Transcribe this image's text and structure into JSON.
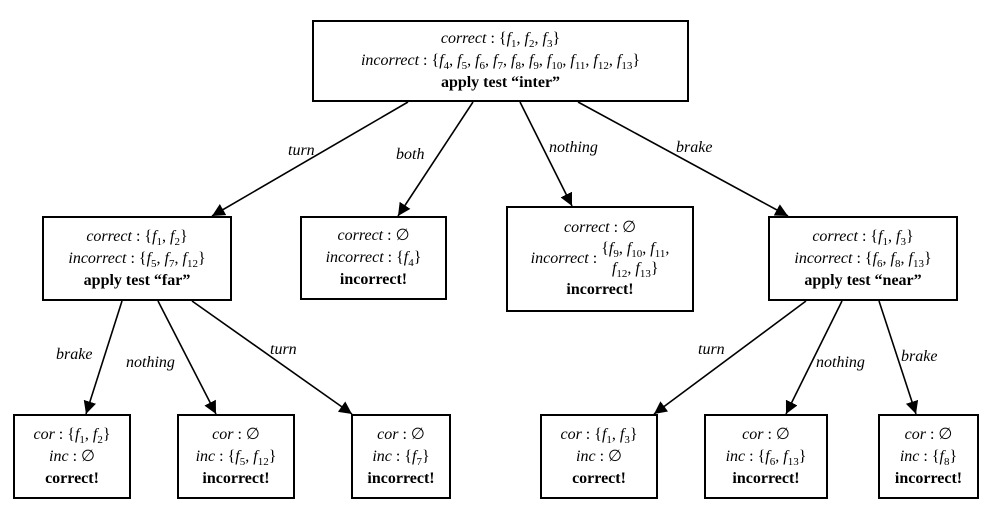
{
  "nodes": {
    "root": {
      "correct_label": "correct",
      "correct_set": "{f1, f2, f3}",
      "incorrect_label": "incorrect",
      "incorrect_set": "{f4, f5, f6, f7, f8, f9, f10, f11, f12, f13}",
      "action": "apply test “inter”"
    },
    "far": {
      "correct_label": "correct",
      "correct_set": "{f1, f2}",
      "incorrect_label": "incorrect",
      "incorrect_set": "{f5, f7, f12}",
      "action": "apply test “far”"
    },
    "both_leaf": {
      "correct_label": "correct",
      "correct_set": "∅",
      "incorrect_label": "incorrect",
      "incorrect_set": "{f4}",
      "result": "incorrect!"
    },
    "nothing_leaf": {
      "correct_label": "correct",
      "correct_set": "∅",
      "incorrect_label": "incorrect",
      "incorrect_set_line1": "{f9, f10, f11,",
      "incorrect_set_line2": "f12, f13}",
      "result": "incorrect!"
    },
    "near": {
      "correct_label": "correct",
      "correct_set": "{f1, f3}",
      "incorrect_label": "incorrect",
      "incorrect_set": "{f6, f8, f13}",
      "action": "apply test “near”"
    },
    "far_brake": {
      "cor_label": "cor",
      "cor_set": "{f1, f2}",
      "inc_label": "inc",
      "inc_set": "∅",
      "result": "correct!"
    },
    "far_nothing": {
      "cor_label": "cor",
      "cor_set": "∅",
      "inc_label": "inc",
      "inc_set": "{f5, f12}",
      "result": "incorrect!"
    },
    "far_turn": {
      "cor_label": "cor",
      "cor_set": "∅",
      "inc_label": "inc",
      "inc_set": "{f7}",
      "result": "incorrect!"
    },
    "near_turn": {
      "cor_label": "cor",
      "cor_set": "{f1, f3}",
      "inc_label": "inc",
      "inc_set": "∅",
      "result": "correct!"
    },
    "near_nothing": {
      "cor_label": "cor",
      "cor_set": "∅",
      "inc_label": "inc",
      "inc_set": "{f6, f13}",
      "result": "incorrect!"
    },
    "near_brake": {
      "cor_label": "cor",
      "cor_set": "∅",
      "inc_label": "inc",
      "inc_set": "{f8}",
      "result": "incorrect!"
    }
  },
  "edges": {
    "root_turn": "turn",
    "root_both": "both",
    "root_nothing": "nothing",
    "root_brake": "brake",
    "far_brake": "brake",
    "far_nothing": "nothing",
    "far_turn": "turn",
    "near_turn": "turn",
    "near_nothing": "nothing",
    "near_brake": "brake"
  },
  "colors": {
    "ink": "#000000",
    "background": "#ffffff"
  }
}
